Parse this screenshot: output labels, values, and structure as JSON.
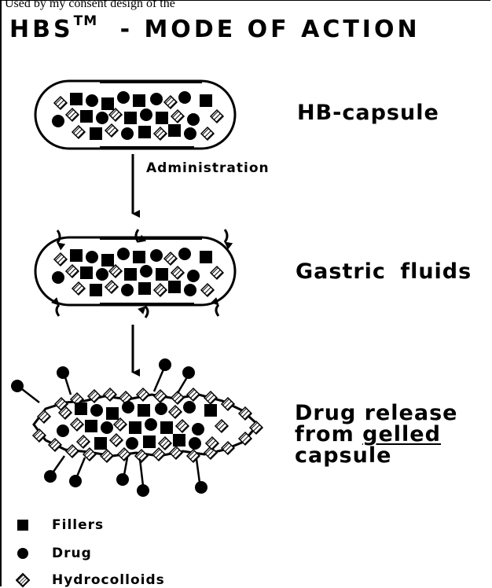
{
  "header": {
    "top_text": "Used by my consent design of the",
    "title": "HBS",
    "trademark": "TM",
    "title_rest": "-   MODE OF ACTION"
  },
  "stages": {
    "capsule_label": "HB-capsule",
    "administration_label": "Administration",
    "gastric_label": "Gastric  fluids",
    "release_line1": "Drug release",
    "release_line2_prefix": "from ",
    "release_line2_underlined": "gelled",
    "release_line3": "capsule"
  },
  "legend": [
    {
      "label": "Fillers",
      "icon": "square-icon"
    },
    {
      "label": "Drug",
      "icon": "circle-icon"
    },
    {
      "label": "Hydrocolloids",
      "icon": "diamond-icon"
    }
  ]
}
